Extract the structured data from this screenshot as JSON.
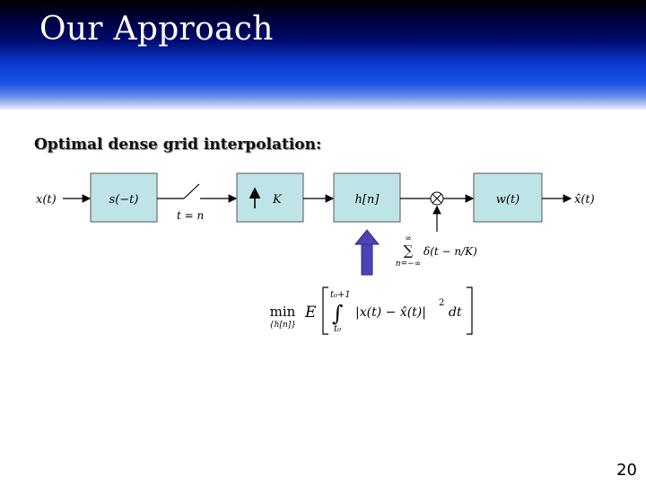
{
  "slide": {
    "title": "Our Approach",
    "subtitle": "Optimal dense grid interpolation:",
    "page_number": "20"
  },
  "diagram": {
    "input_signal": "x(t)",
    "block_prefilter": "s(−t)",
    "sampler_label": "t = n",
    "block_upsample": "K",
    "block_filter": "h[n]",
    "block_postfilter": "w(t)",
    "output_signal": "x̂(t)",
    "impulse_train_sum_upper": "∞",
    "impulse_train_sum_lower": "n=−∞",
    "impulse_train_term": "δ(t − n/K)",
    "objective": {
      "min_label": "min",
      "min_subscript": "{h[n]}",
      "expectation": "E",
      "integral_upper": "t₀+1",
      "integral_lower": "t₀",
      "integrand": "|x(t) − x̂(t)|",
      "exponent": "2",
      "differential": "dt"
    }
  },
  "colors": {
    "block_fill": "#bfe4e8",
    "arrow_highlight": "#4a44b6"
  }
}
